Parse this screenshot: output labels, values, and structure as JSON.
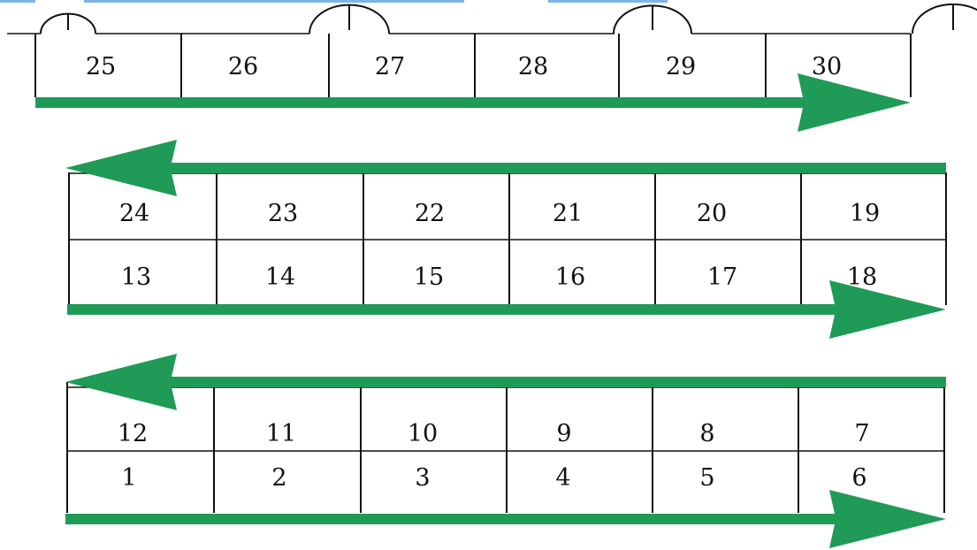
{
  "colors": {
    "arrow": "#1f9a57",
    "line": "#111111",
    "top_strip": "#7fb2e6"
  },
  "rows": [
    {
      "numbers": [
        25,
        26,
        27,
        28,
        29,
        30
      ]
    },
    {
      "numbers": [
        24,
        23,
        22,
        21,
        20,
        19
      ]
    },
    {
      "numbers": [
        13,
        14,
        15,
        16,
        17,
        18
      ]
    },
    {
      "numbers": [
        12,
        11,
        10,
        9,
        8,
        7
      ]
    },
    {
      "numbers": [
        1,
        2,
        3,
        4,
        5,
        6
      ]
    }
  ],
  "arrows": [
    {
      "direction": "right",
      "row": "top"
    },
    {
      "direction": "left",
      "row": "middle-upper"
    },
    {
      "direction": "right",
      "row": "middle-lower"
    },
    {
      "direction": "left",
      "row": "bottom-upper"
    },
    {
      "direction": "right",
      "row": "bottom-lower"
    }
  ]
}
